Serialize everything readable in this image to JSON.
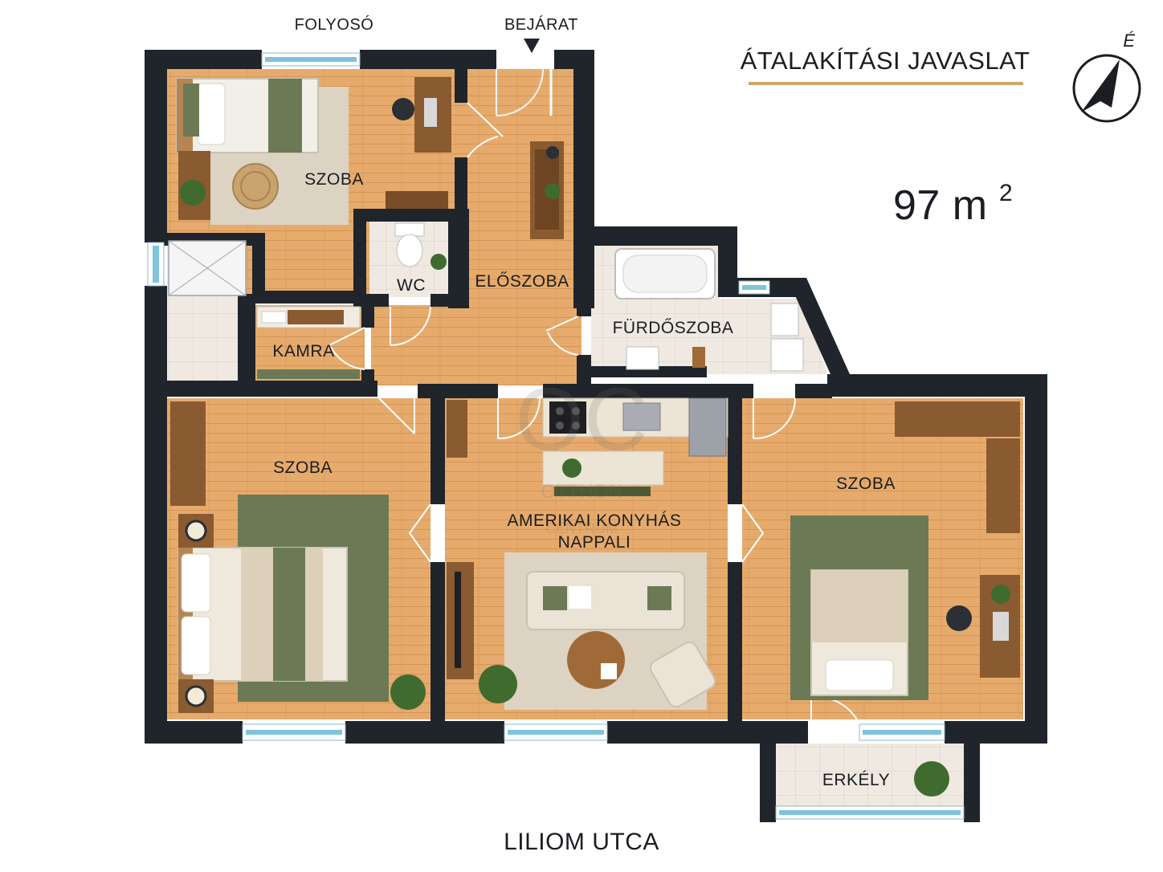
{
  "header": {
    "title": "ÁTALAKÍTÁSI JAVASLAT",
    "area_number": "97 m",
    "area_sup": "2",
    "compass_letter": "É"
  },
  "streets": {
    "top_left": "FOLYOSÓ",
    "entrance": "BEJÁRAT",
    "bottom": "LILIOM UTCA"
  },
  "rooms": {
    "bedroom_top": "SZOBA",
    "wc": "WC",
    "hall": "ELŐSZOBA",
    "bathroom": "FÜRDŐSZOBA",
    "pantry": "KAMRA",
    "bedroom_left": "SZOBA",
    "living_line1": "AMERIKAI KONYHÁS",
    "living_line2": "NAPPALI",
    "bedroom_right": "SZOBA",
    "balcony": "ERKÉLY"
  },
  "watermark": {
    "line1": "OTTHON",
    "line2": "CENTRUM"
  },
  "colors": {
    "wall": "#1f252b",
    "floor_wood": "#e4a867",
    "floor_tile": "#ece6dd",
    "rug_green": "#6b7a55",
    "rug_beige": "#ddd3c2",
    "furniture_wood": "#8a5a30",
    "window": "#7fc3dc",
    "accent_gold": "#c9a86a"
  }
}
